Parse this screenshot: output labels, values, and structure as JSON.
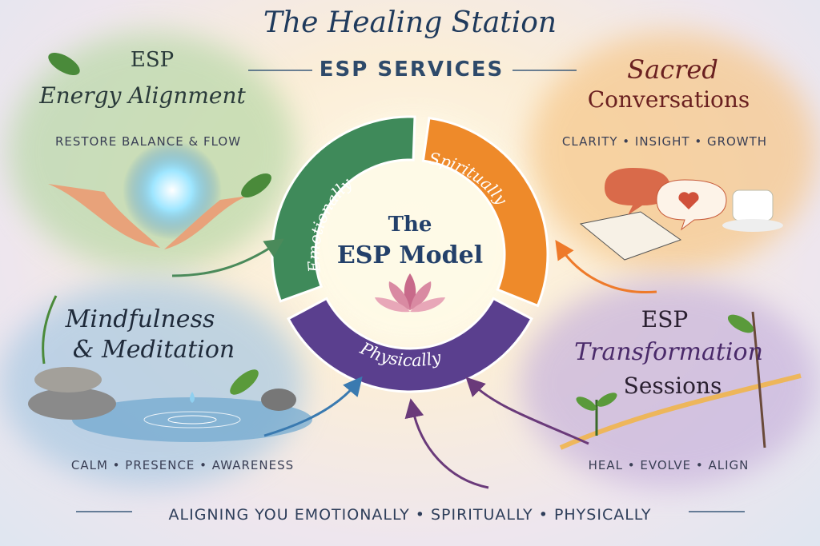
{
  "header": {
    "title": "The Healing Station",
    "subtitle": "ESP SERVICES"
  },
  "center": {
    "line1": "The",
    "line2": "ESP Model",
    "segments": [
      {
        "label": "Emotionally",
        "color": "#3f8a5a"
      },
      {
        "label": "Spiritually",
        "color": "#ee8a2a"
      },
      {
        "label": "Physically",
        "color": "#5a3f8e"
      }
    ]
  },
  "services": {
    "energy": {
      "line1": "ESP",
      "line2": "Energy Alignment",
      "tagline": "RESTORE BALANCE & FLOW"
    },
    "sacred": {
      "line1": "Sacred",
      "line2": "Conversations",
      "tagline": "CLARITY • INSIGHT • GROWTH"
    },
    "mindful": {
      "line1": "Mindfulness",
      "line2": "& Meditation",
      "tagline": "CALM • PRESENCE • AWARENESS"
    },
    "transform": {
      "line1": "ESP",
      "line2": "Transformation",
      "line3": "Sessions",
      "tagline": "HEAL • EVOLVE • ALIGN"
    }
  },
  "footer": {
    "text": "ALIGNING YOU  EMOTIONALLY • SPIRITUALLY • PHYSICALLY"
  }
}
